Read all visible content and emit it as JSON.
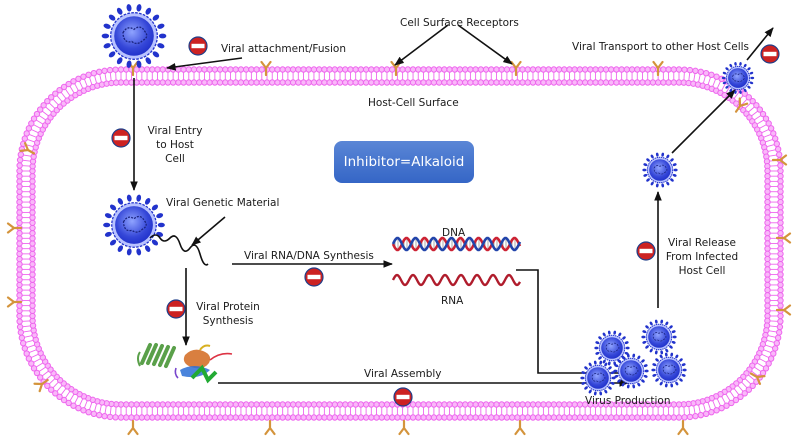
{
  "labels": {
    "cell_surface_receptors": "Cell Surface Receptors",
    "viral_attachment": "Viral attachment/Fusion",
    "host_cell_surface": "Host-Cell Surface",
    "viral_entry_1": "Viral Entry",
    "viral_entry_2": "to Host",
    "viral_entry_3": "Cell",
    "viral_genetic_material": "Viral Genetic Material",
    "rna_dna_synthesis": "Viral RNA/DNA Synthesis",
    "dna": "DNA",
    "rna": "RNA",
    "protein_synthesis_1": "Viral Protein",
    "protein_synthesis_2": "Synthesis",
    "viral_assembly": "Viral Assembly",
    "virus_production": "Virus Production",
    "viral_release_1": "Viral Release",
    "viral_release_2": "From Infected",
    "viral_release_3": "Host Cell",
    "viral_transport": "Viral Transport to other Host Cells"
  },
  "inhibitor": {
    "label": "Inhibitor=Alkaloid"
  },
  "colors": {
    "membrane": "#ee66ee",
    "membrane_fill": "#f9b8f9",
    "receptor": "#d4943c",
    "virus": "#2233cc",
    "virus_core": "#4a66dd",
    "inhibitor_red": "#cc2222",
    "inhibitor_box": "#4677cf",
    "dna_red": "#cc2233",
    "dna_blue": "#2244aa",
    "rna_red": "#b01c2c",
    "arrow": "#111111"
  },
  "icons": {
    "inhibitor": "no-entry-icon",
    "virus": "virus-icon",
    "receptor": "receptor-icon",
    "protein": "protein-structure-icon",
    "dna": "dna-helix-icon",
    "rna": "rna-strand-icon"
  }
}
